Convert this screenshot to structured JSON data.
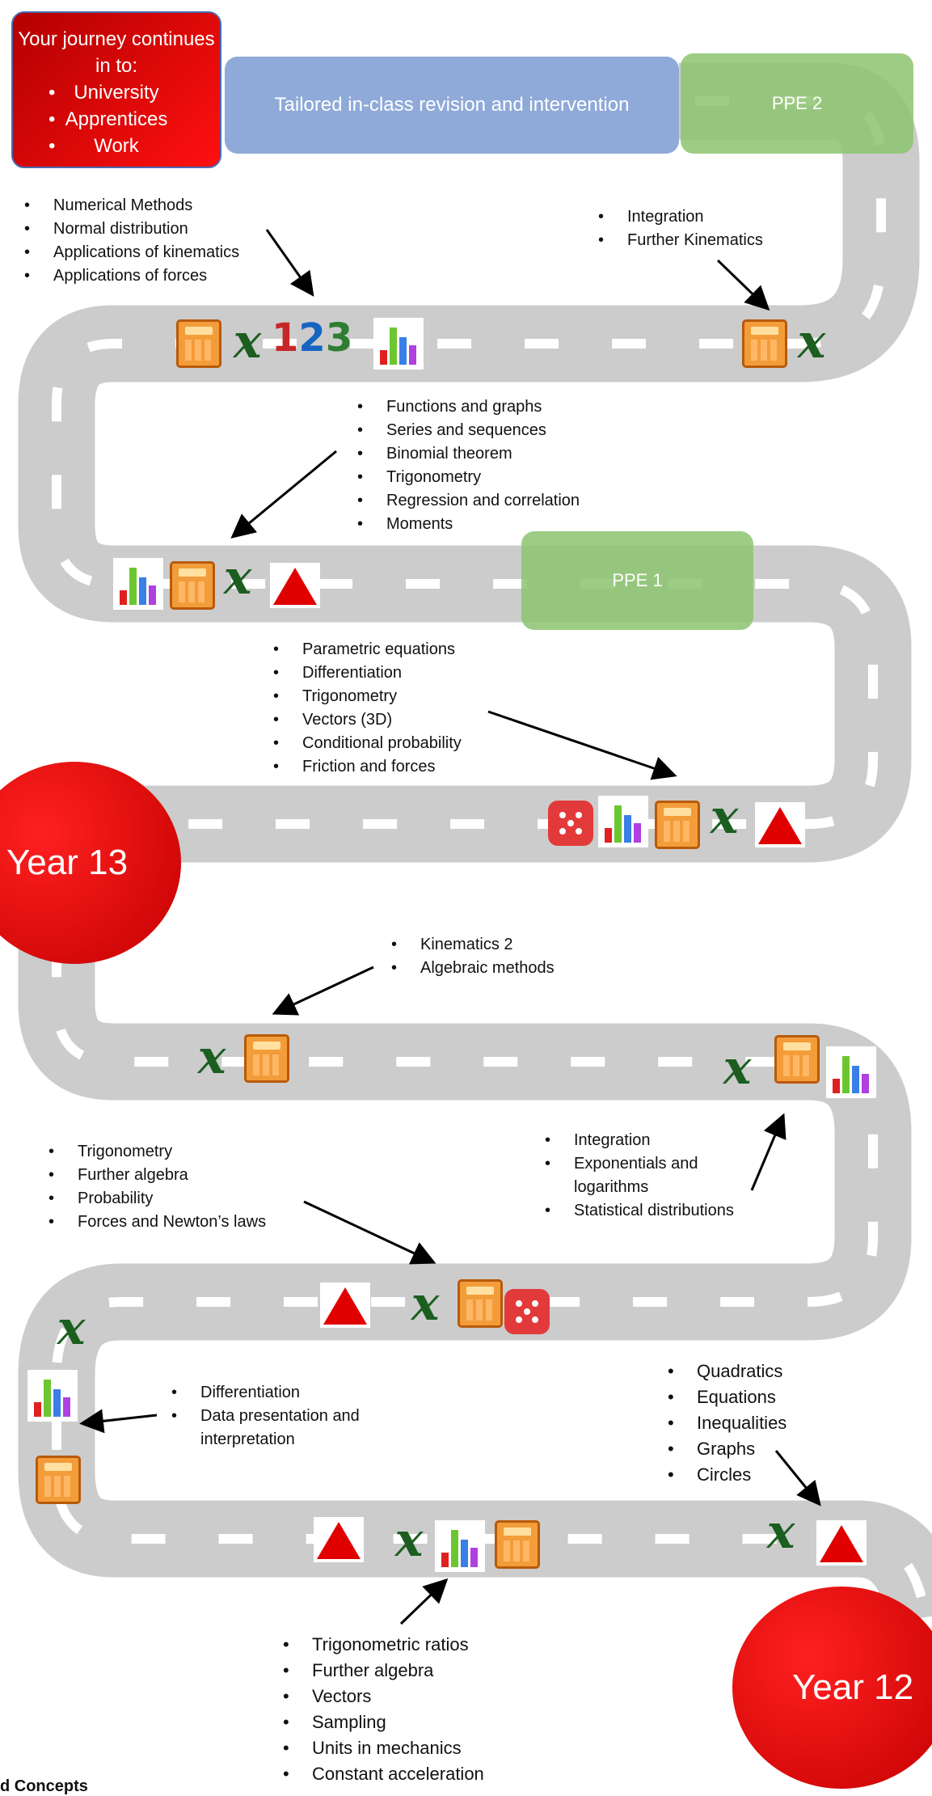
{
  "header": {
    "journey_title": "Your journey continues in to:",
    "destinations": [
      "University",
      "Apprentices",
      "Work"
    ],
    "revision_bar": "Tailored in-class revision and intervention",
    "ppe2": "PPE 2"
  },
  "ppe1": "PPE 1",
  "year13": "Year 13",
  "year12": "Year 12",
  "topics": {
    "g1": [
      "Numerical Methods",
      "Normal distribution",
      "Applications of kinematics",
      "Applications of forces"
    ],
    "g2": [
      "Integration",
      "Further Kinematics"
    ],
    "g3": [
      "Functions and graphs",
      "Series and sequences",
      "Binomial theorem",
      "Trigonometry",
      "Regression and correlation",
      "Moments"
    ],
    "g4": [
      "Parametric equations",
      "Differentiation",
      "Trigonometry",
      "Vectors (3D)",
      "Conditional probability",
      "Friction and forces"
    ],
    "g5": [
      "Kinematics 2",
      "Algebraic methods"
    ],
    "g6": [
      "Trigonometry",
      "Further algebra",
      "Probability",
      "Forces and Newton’s laws"
    ],
    "g7": [
      "Integration",
      "Exponentials and logarithms",
      "Statistical distributions"
    ],
    "g8": [
      "Differentiation",
      "Data presentation and interpretation"
    ],
    "g9": [
      "Quadratics",
      "Equations",
      "Inequalities",
      "Graphs",
      "Circles"
    ],
    "g10": [
      "Trigonometric ratios",
      "Further algebra",
      "Vectors",
      "Sampling",
      "Units in mechanics",
      "Constant acceleration"
    ]
  },
  "icons": {
    "x_glyph": "x",
    "numbers_glyph": [
      "1",
      "2",
      "3"
    ]
  },
  "footer": "d Concepts",
  "colors": {
    "road": "#cccccc",
    "dash": "#ffffff",
    "revision_bar": "#8aa6d6",
    "ppe": "#8cc46e",
    "year_circle": "#e00000",
    "x_icon": "#1b5e20",
    "calculator": "#f39c3a"
  }
}
